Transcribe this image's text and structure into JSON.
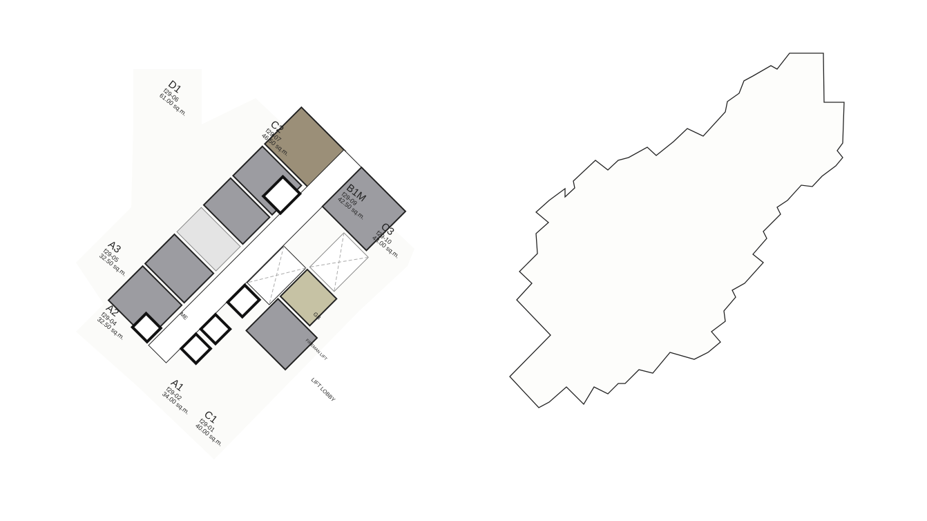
{
  "units": [
    {
      "type": "D1",
      "unit": "f29-06",
      "area": "61.00 sq.m."
    },
    {
      "type": "C2",
      "unit": "f29-07",
      "area": "46.50 sq.m."
    },
    {
      "type": "B1M",
      "unit": "f29-09",
      "area": "42.50 sq.m."
    },
    {
      "type": "C3",
      "unit": "f29-10",
      "area": "43.00 sq.m."
    },
    {
      "type": "A3",
      "unit": "f29-05",
      "area": "32.50 sq.m."
    },
    {
      "type": "A2",
      "unit": "f29-04",
      "area": "32.50 sq.m."
    },
    {
      "type": "A1",
      "unit": "f29-02",
      "area": "34.00 sq.m."
    },
    {
      "type": "C1",
      "unit": "f29-01",
      "area": "40.00 sq.m."
    }
  ],
  "rooms": {
    "me": "ME",
    "lift_lobby": "LIFT LOBBY",
    "gb": "GB",
    "firemen_lift": "FIREMAN LIFT"
  },
  "colors": {
    "unit_gray": "#9c9ca1",
    "selected_d1": "#9b8f78",
    "selected_b1m": "#c6c2a4",
    "corridor": "#ffffff",
    "me_room": "#e4e4e4",
    "outline": "#222222",
    "outline_fill": "#fdfdfb"
  }
}
